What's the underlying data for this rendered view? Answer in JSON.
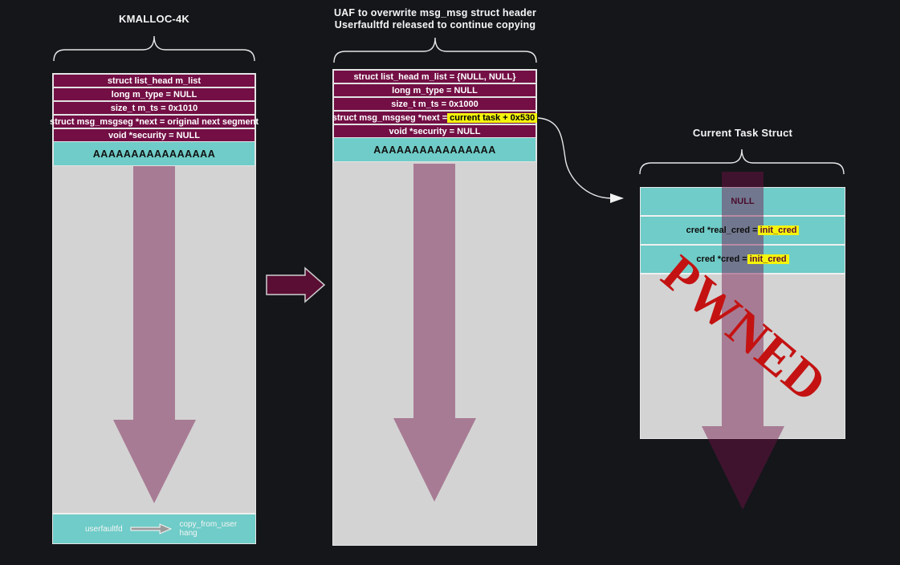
{
  "colors": {
    "background": "#14161a",
    "struct_row": "#730f45",
    "payload_row": "#6fccc8",
    "heap_gray": "#d3d3d3",
    "spray_arrow": "rgba(115,16,70,0.45)",
    "highlight": "#f4f40c",
    "stamp_red": "#c41212",
    "step_arrow": "#5a0e33"
  },
  "column1": {
    "title": "KMALLOC-4K",
    "rows": [
      {
        "text": "struct list_head m_list"
      },
      {
        "text": "long m_type = NULL"
      },
      {
        "text": "size_t m_ts = 0x1010"
      },
      {
        "text": "struct msg_msgseg *next = original next segment"
      },
      {
        "text": "void *security = NULL"
      }
    ],
    "payload": "AAAAAAAAAAAAAAAA",
    "footer": {
      "left": "userfaultfd",
      "right": "copy_from_user hang"
    }
  },
  "column2": {
    "title_line1": "UAF to overwrite msg_msg struct header",
    "title_line2": "Userfaultfd released to continue copying",
    "rows": [
      {
        "text": "struct list_head m_list = {NULL, NULL}"
      },
      {
        "text": "long m_type = NULL"
      },
      {
        "text": "size_t m_ts = 0x1000"
      },
      {
        "text": "struct msg_msgseg *next = ",
        "highlight": "current task + 0x530"
      },
      {
        "text": "void *security = NULL"
      }
    ],
    "payload": "AAAAAAAAAAAAAAAA"
  },
  "column3": {
    "title": "Current Task Struct",
    "rows": [
      {
        "text": "NULL"
      },
      {
        "text": "cred *real_cred = ",
        "highlight": "init_cred"
      },
      {
        "text": "cred *cred = ",
        "highlight": "init_cred"
      }
    ],
    "stamp": "PWNED"
  }
}
